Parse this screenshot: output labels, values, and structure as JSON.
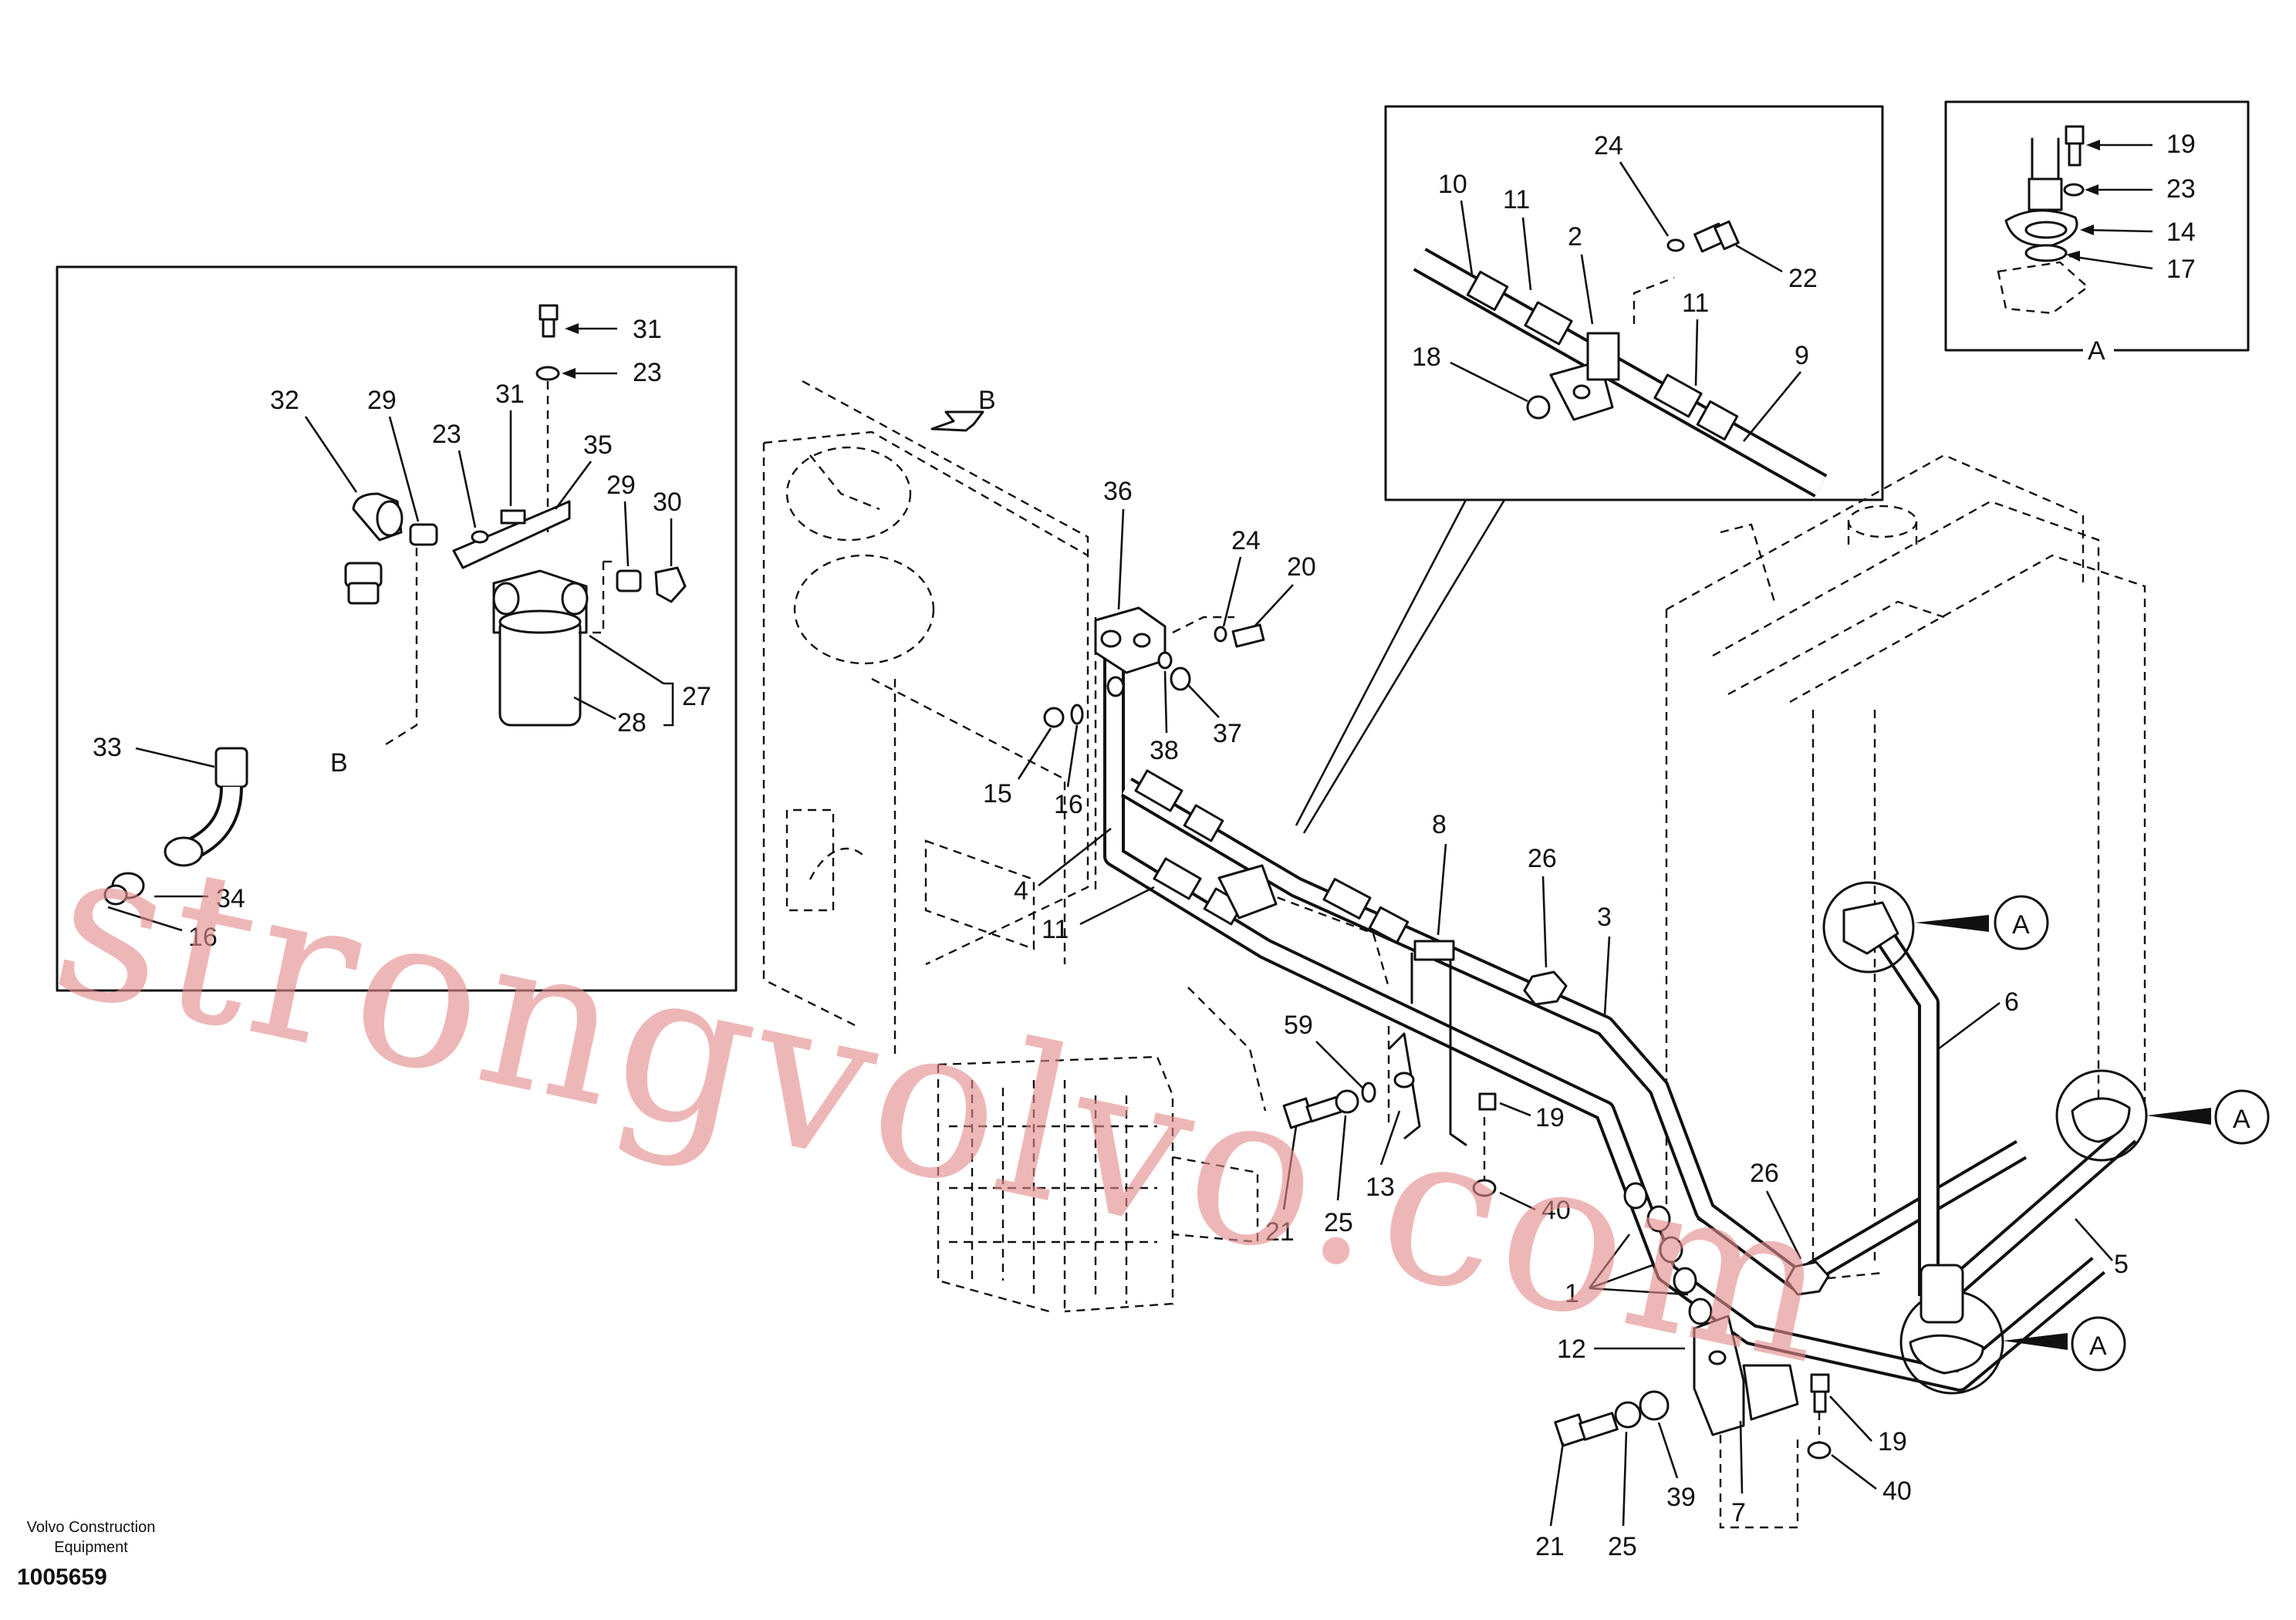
{
  "footer": {
    "company_line1": "Volvo Construction",
    "company_line2": "Equipment",
    "drawing_number": "1005659"
  },
  "watermark": "strongvolvo.com",
  "view_labels": {
    "view_a": "A",
    "view_b": "B"
  },
  "detail_b_labels": {
    "p31a": "31",
    "p23a": "23",
    "p32": "32",
    "p29a": "29",
    "p23b": "23",
    "p31b": "31",
    "p35": "35",
    "p29b": "29",
    "p30": "30",
    "p27": "27",
    "p28": "28",
    "p33": "33",
    "p34": "34",
    "p16": "16",
    "pB": "B"
  },
  "detail_top_labels": {
    "p24": "24",
    "p10": "10",
    "p11a": "11",
    "p2": "2",
    "p22": "22",
    "p11b": "11",
    "p18": "18",
    "p9": "9"
  },
  "detail_a_labels": {
    "p19": "19",
    "p23": "23",
    "p14": "14",
    "p17": "17",
    "pA": "A"
  },
  "main_labels": {
    "p36": "36",
    "p24": "24",
    "p20": "20",
    "p37": "37",
    "p38": "38",
    "p15": "15",
    "p16": "16",
    "p4": "4",
    "p11": "11",
    "p8": "8",
    "p26a": "26",
    "p3": "3",
    "p6": "6",
    "p59": "59",
    "p19a": "19",
    "p40a": "40",
    "p13": "13",
    "p21a": "21",
    "p25a": "25",
    "p26b": "26",
    "p5": "5",
    "p1": "1",
    "p12": "12",
    "p19b": "19",
    "p40b": "40",
    "p39": "39",
    "p21b": "21",
    "p25b": "25",
    "p7": "7",
    "callA1": "A",
    "callA2": "A",
    "callA3": "A"
  }
}
